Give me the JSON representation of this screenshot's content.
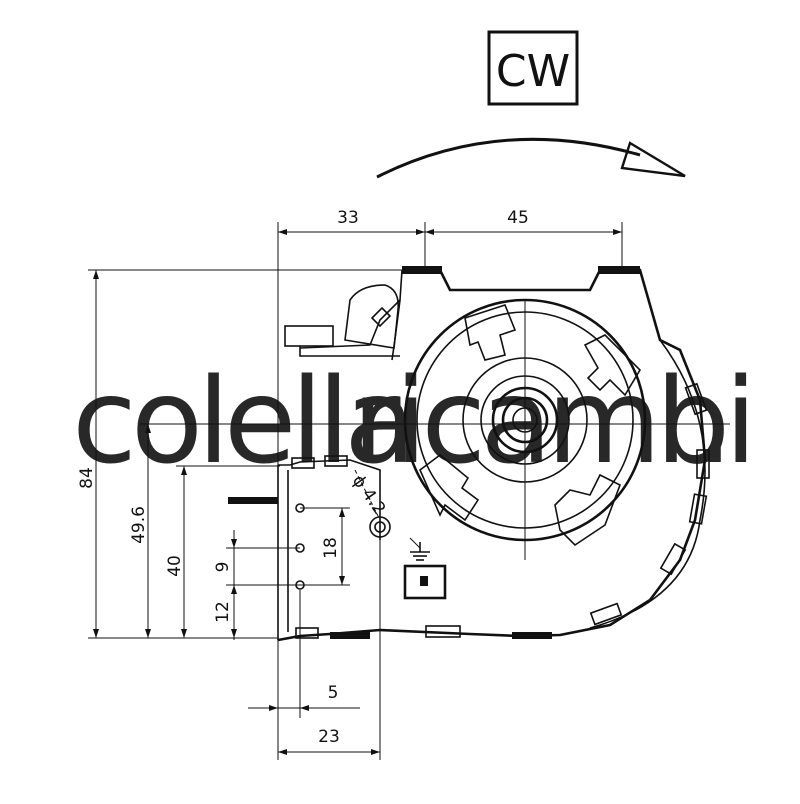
{
  "label_box": {
    "text": "CW"
  },
  "dimensions": {
    "top_33": "33",
    "top_45": "45",
    "left_84": "84",
    "left_49_6": "49.6",
    "left_40": "40",
    "left_9": "9",
    "left_12": "12",
    "inner_18": "18",
    "bottom_5": "5",
    "bottom_23": "23",
    "hole_dia": "ϕ 4.2"
  },
  "watermark": {
    "part1": "colella",
    "part2": "ricambi",
    "part3": ".",
    "color1": "#c9c4bf",
    "color2": "#7fcf8f",
    "color3": "#e8797a"
  },
  "colors": {
    "line": "#111111",
    "background": "#ffffff"
  }
}
